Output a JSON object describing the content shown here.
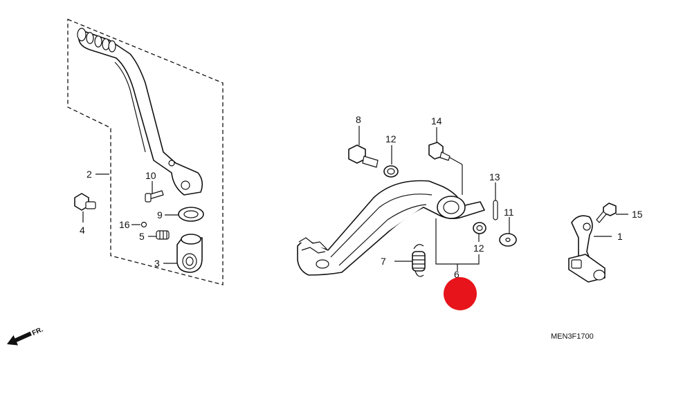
{
  "diagram_code": "MEN3F1700",
  "front_arrow_label": "FR.",
  "callouts": [
    "1",
    "2",
    "3",
    "4",
    "5",
    "6",
    "7",
    "8",
    "9",
    "10",
    "11",
    "12",
    "12",
    "13",
    "14",
    "15",
    "16"
  ],
  "marker_color": "#e8141b"
}
